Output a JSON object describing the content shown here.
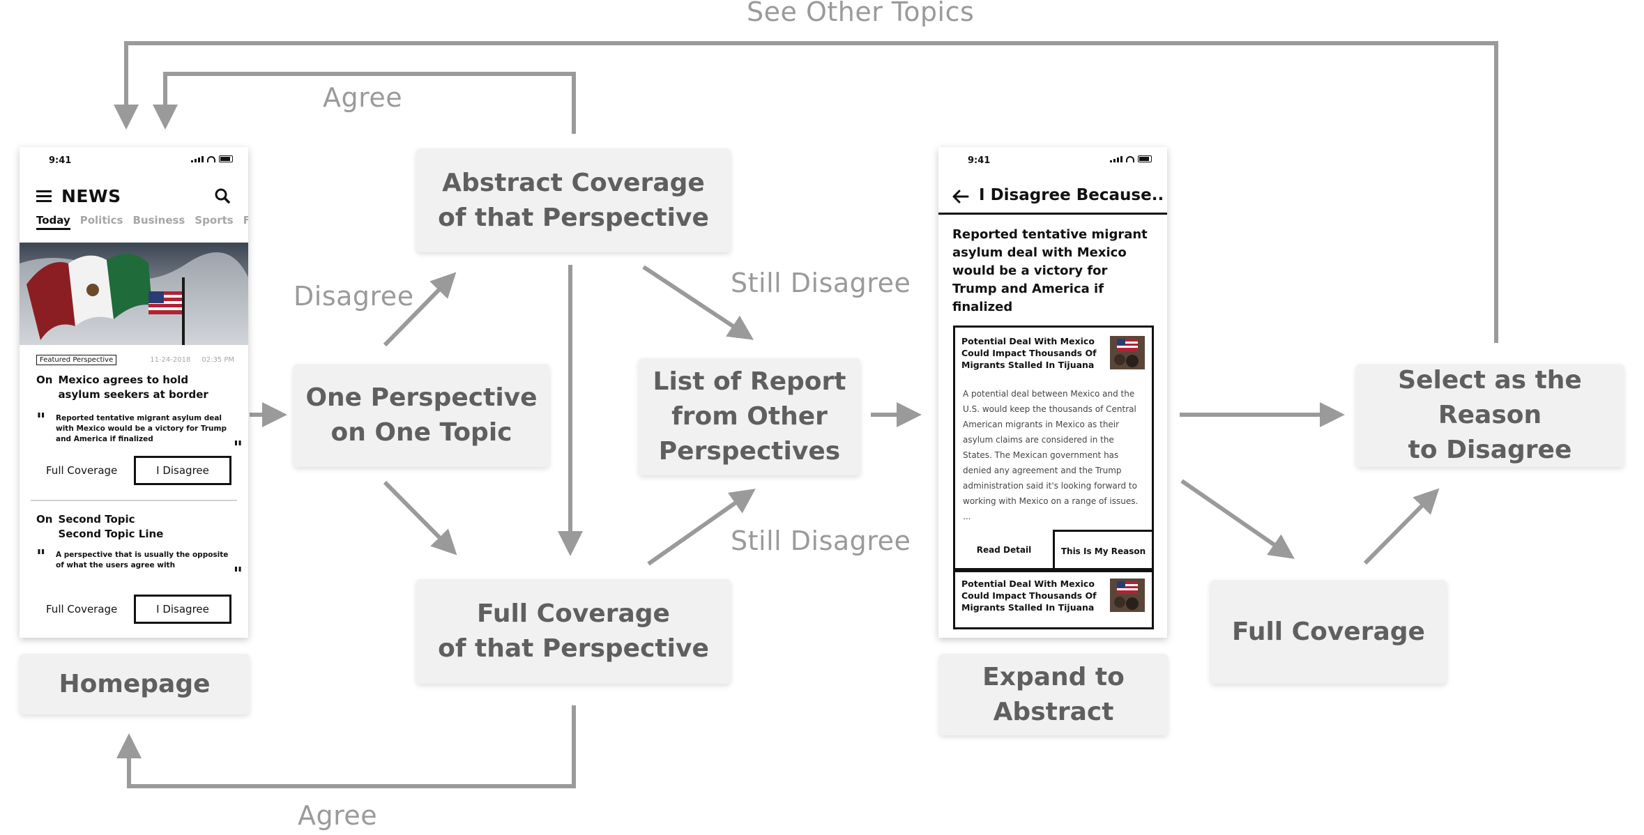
{
  "edges": {
    "see_other_topics": "See Other Topics",
    "agree_top": "Agree",
    "disagree": "Disagree",
    "still_disagree_top": "Still Disagree",
    "still_disagree_bottom": "Still Disagree",
    "agree_bottom": "Agree"
  },
  "nodes": {
    "abstract_coverage": "Abstract Coverage\nof that Perspective",
    "one_perspective": "One Perspective\non One Topic",
    "full_coverage_perspective": "Full Coverage\nof that Perspective",
    "list_of_report": "List of Report\nfrom Other\nPerspectives",
    "select_reason": "Select as the Reason\nto Disagree",
    "full_coverage": "Full Coverage",
    "homepage": "Homepage",
    "expand_abstract": "Expand to\nAbstract"
  },
  "home_screen": {
    "time": "9:41",
    "brand": "NEWS",
    "tabs": [
      "Today",
      "Politics",
      "Business",
      "Sports",
      "Fa"
    ],
    "story1": {
      "badge": "Featured Perspective",
      "date": "11-24-2018",
      "time": "02:35 PM",
      "on": "On",
      "headline": "Mexico agrees to hold asylum seekers at border",
      "quote": "Reported tentative migrant asylum deal with Mexico would be a victory for Trump and America if finalized",
      "full_coverage": "Full Coverage",
      "disagree": "I Disagree"
    },
    "story2": {
      "on": "On",
      "headline": "Second Topic\nSecond Topic Line",
      "quote": "A perspective that is usually the opposite of what the users agree with",
      "full_coverage": "Full Coverage",
      "disagree": "I Disagree"
    }
  },
  "disagree_screen": {
    "time": "9:41",
    "title": "I Disagree Because..",
    "lead": "Reported tentative migrant asylum deal with Mexico would be a victory for Trump and America if finalized",
    "card1": {
      "headline": "Potential Deal With Mexico Could Impact Thousands Of Migrants Stalled In Tijuana",
      "body": "A potential deal between Mexico and the U.S. would keep the thousands of Central American migrants in Mexico as their asylum claims are considered in the States. The Mexican government has denied any agreement and the Trump administration said it's looking forward to working with Mexico on a range of issues.  ...",
      "read_detail": "Read Detail",
      "reason": "This Is My Reason"
    },
    "card2": {
      "headline": "Potential Deal With Mexico Could Impact Thousands Of Migrants Stalled In Tijuana"
    }
  },
  "colors": {
    "arrow": "#9a9a9a",
    "node_bg": "#f1f1f1",
    "node_text": "#5f5f5f"
  }
}
